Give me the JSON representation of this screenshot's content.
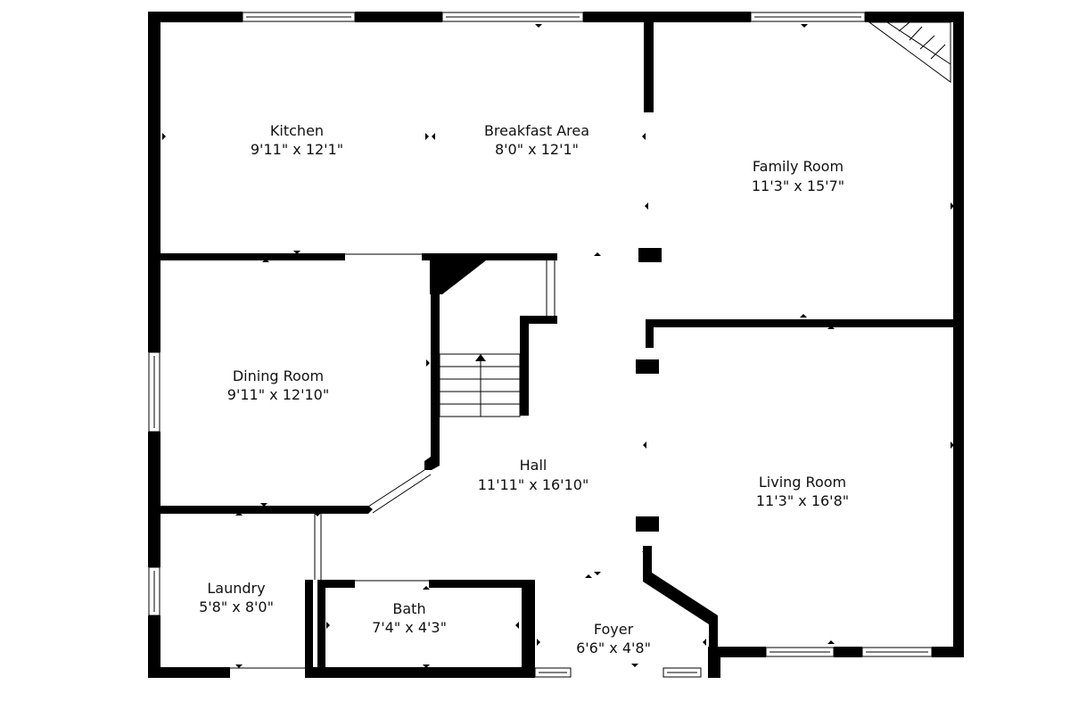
{
  "rooms": {
    "kitchen": {
      "name": "Kitchen",
      "dimensions": "9'11\" x 12'1\""
    },
    "breakfast_area": {
      "name": "Breakfast Area",
      "dimensions": "8'0\" x 12'1\""
    },
    "family_room": {
      "name": "Family Room",
      "dimensions": "11'3\" x 15'7\""
    },
    "dining_room": {
      "name": "Dining Room",
      "dimensions": "9'11\" x 12'10\""
    },
    "hall": {
      "name": "Hall",
      "dimensions": "11'11\" x 16'10\""
    },
    "living_room": {
      "name": "Living Room",
      "dimensions": "11'3\" x 16'8\""
    },
    "laundry": {
      "name": "Laundry",
      "dimensions": "5'8\" x 8'0\""
    },
    "bath": {
      "name": "Bath",
      "dimensions": "7'4\" x 4'3\""
    },
    "foyer": {
      "name": "Foyer",
      "dimensions": "6'6\" x 4'8\""
    }
  }
}
